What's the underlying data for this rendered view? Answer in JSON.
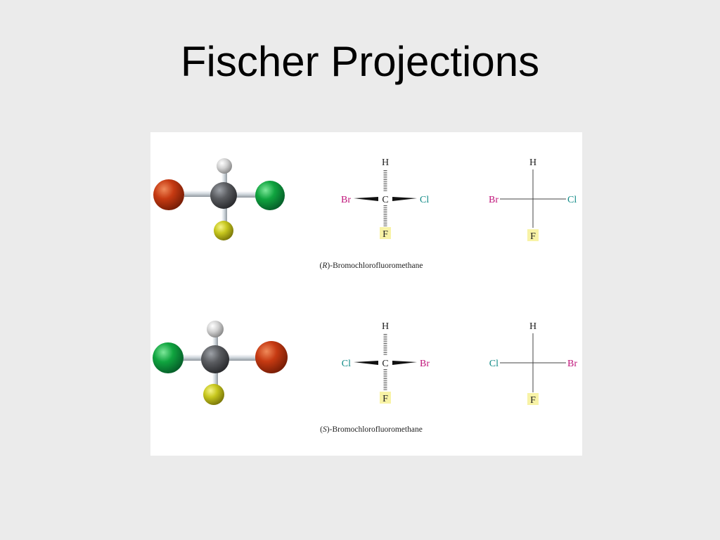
{
  "slide": {
    "title": "Fischer Projections"
  },
  "colors": {
    "bromine": "#c63a12",
    "chlorine": "#10a43f",
    "fluorine": "#c7c71e",
    "hydrogen": "#d8d8d8",
    "carbon": "#5a5c60",
    "br_label": "#c0147a",
    "cl_label": "#0f8a86",
    "f_highlight": "#f8f3a6"
  },
  "molecules": [
    {
      "caption_config": "R",
      "caption_rest": "-Bromochlorofluoromethane",
      "wedge": {
        "top": "H",
        "center": "C",
        "left": "Br",
        "right": "Cl",
        "bottom": "F"
      },
      "fischer": {
        "top": "H",
        "left": "Br",
        "right": "Cl",
        "bottom": "F"
      }
    },
    {
      "caption_config": "S",
      "caption_rest": "-Bromochlorofluoromethane",
      "wedge": {
        "top": "H",
        "center": "C",
        "left": "Cl",
        "right": "Br",
        "bottom": "F"
      },
      "fischer": {
        "top": "H",
        "left": "Cl",
        "right": "Br",
        "bottom": "F"
      }
    }
  ]
}
